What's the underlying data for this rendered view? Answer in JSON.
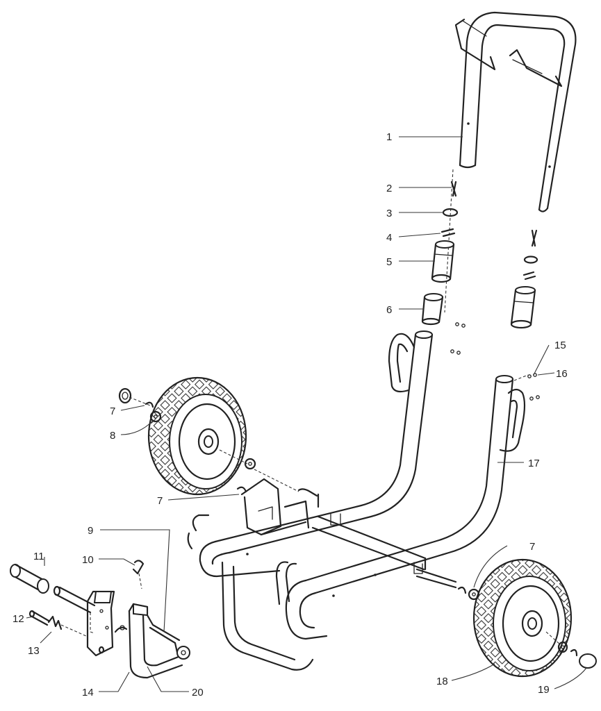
{
  "callouts": [
    {
      "id": "c1",
      "label": "1"
    },
    {
      "id": "c2",
      "label": "2"
    },
    {
      "id": "c3",
      "label": "3"
    },
    {
      "id": "c4",
      "label": "4"
    },
    {
      "id": "c5",
      "label": "5"
    },
    {
      "id": "c6",
      "label": "6"
    },
    {
      "id": "c7a",
      "label": "7"
    },
    {
      "id": "c8",
      "label": "8"
    },
    {
      "id": "c7b",
      "label": "7"
    },
    {
      "id": "c9",
      "label": "9"
    },
    {
      "id": "c10",
      "label": "10"
    },
    {
      "id": "c11",
      "label": "11"
    },
    {
      "id": "c12",
      "label": "12"
    },
    {
      "id": "c13",
      "label": "13"
    },
    {
      "id": "c14",
      "label": "14"
    },
    {
      "id": "c15",
      "label": "15"
    },
    {
      "id": "c16",
      "label": "16"
    },
    {
      "id": "c17",
      "label": "17"
    },
    {
      "id": "c7c",
      "label": "7"
    },
    {
      "id": "c18",
      "label": "18"
    },
    {
      "id": "c19",
      "label": "19"
    },
    {
      "id": "c20",
      "label": "20"
    }
  ]
}
